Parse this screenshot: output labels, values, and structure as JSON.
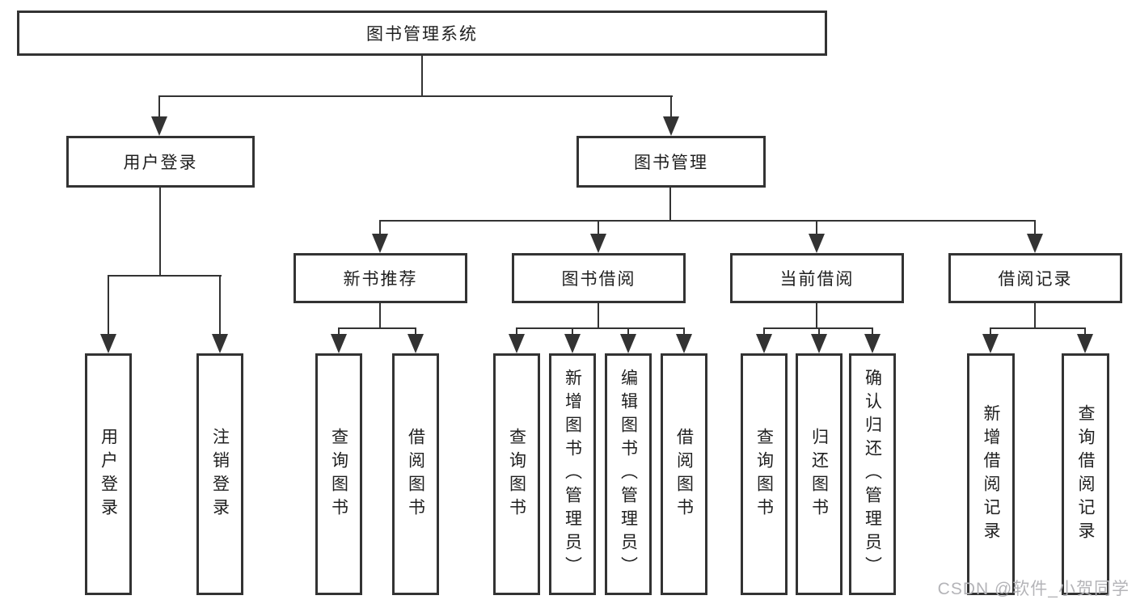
{
  "title": {
    "label": "图书管理系统"
  },
  "level2": {
    "user_login": {
      "label": "用户登录"
    },
    "book_mgmt": {
      "label": "图书管理"
    }
  },
  "level3": {
    "new_books": {
      "label": "新书推荐"
    },
    "book_borrow": {
      "label": "图书借阅"
    },
    "current_borrow": {
      "label": "当前借阅"
    },
    "borrow_records": {
      "label": "借阅记录"
    }
  },
  "leaves": {
    "user_login": [
      {
        "label": "用户登录"
      },
      {
        "label": "注销登录"
      }
    ],
    "new_books": [
      {
        "label": "查询图书"
      },
      {
        "label": "借阅图书"
      }
    ],
    "book_borrow": [
      {
        "label": "查询图书"
      },
      {
        "label": "新增图书（管理员）"
      },
      {
        "label": "编辑图书（管理员）"
      },
      {
        "label": "借阅图书"
      }
    ],
    "current_borrow": [
      {
        "label": "查询图书"
      },
      {
        "label": "归还图书"
      },
      {
        "label": "确认归还（管理员）"
      }
    ],
    "borrow_records": [
      {
        "label": "新增借阅记录"
      },
      {
        "label": "查询借阅记录"
      }
    ]
  },
  "watermark": {
    "text": "CSDN @软件_小贺同学"
  },
  "colors": {
    "line": "#333333",
    "text": "#1f1f1f",
    "background": "#ffffff",
    "watermark": "#b4b4b8"
  }
}
